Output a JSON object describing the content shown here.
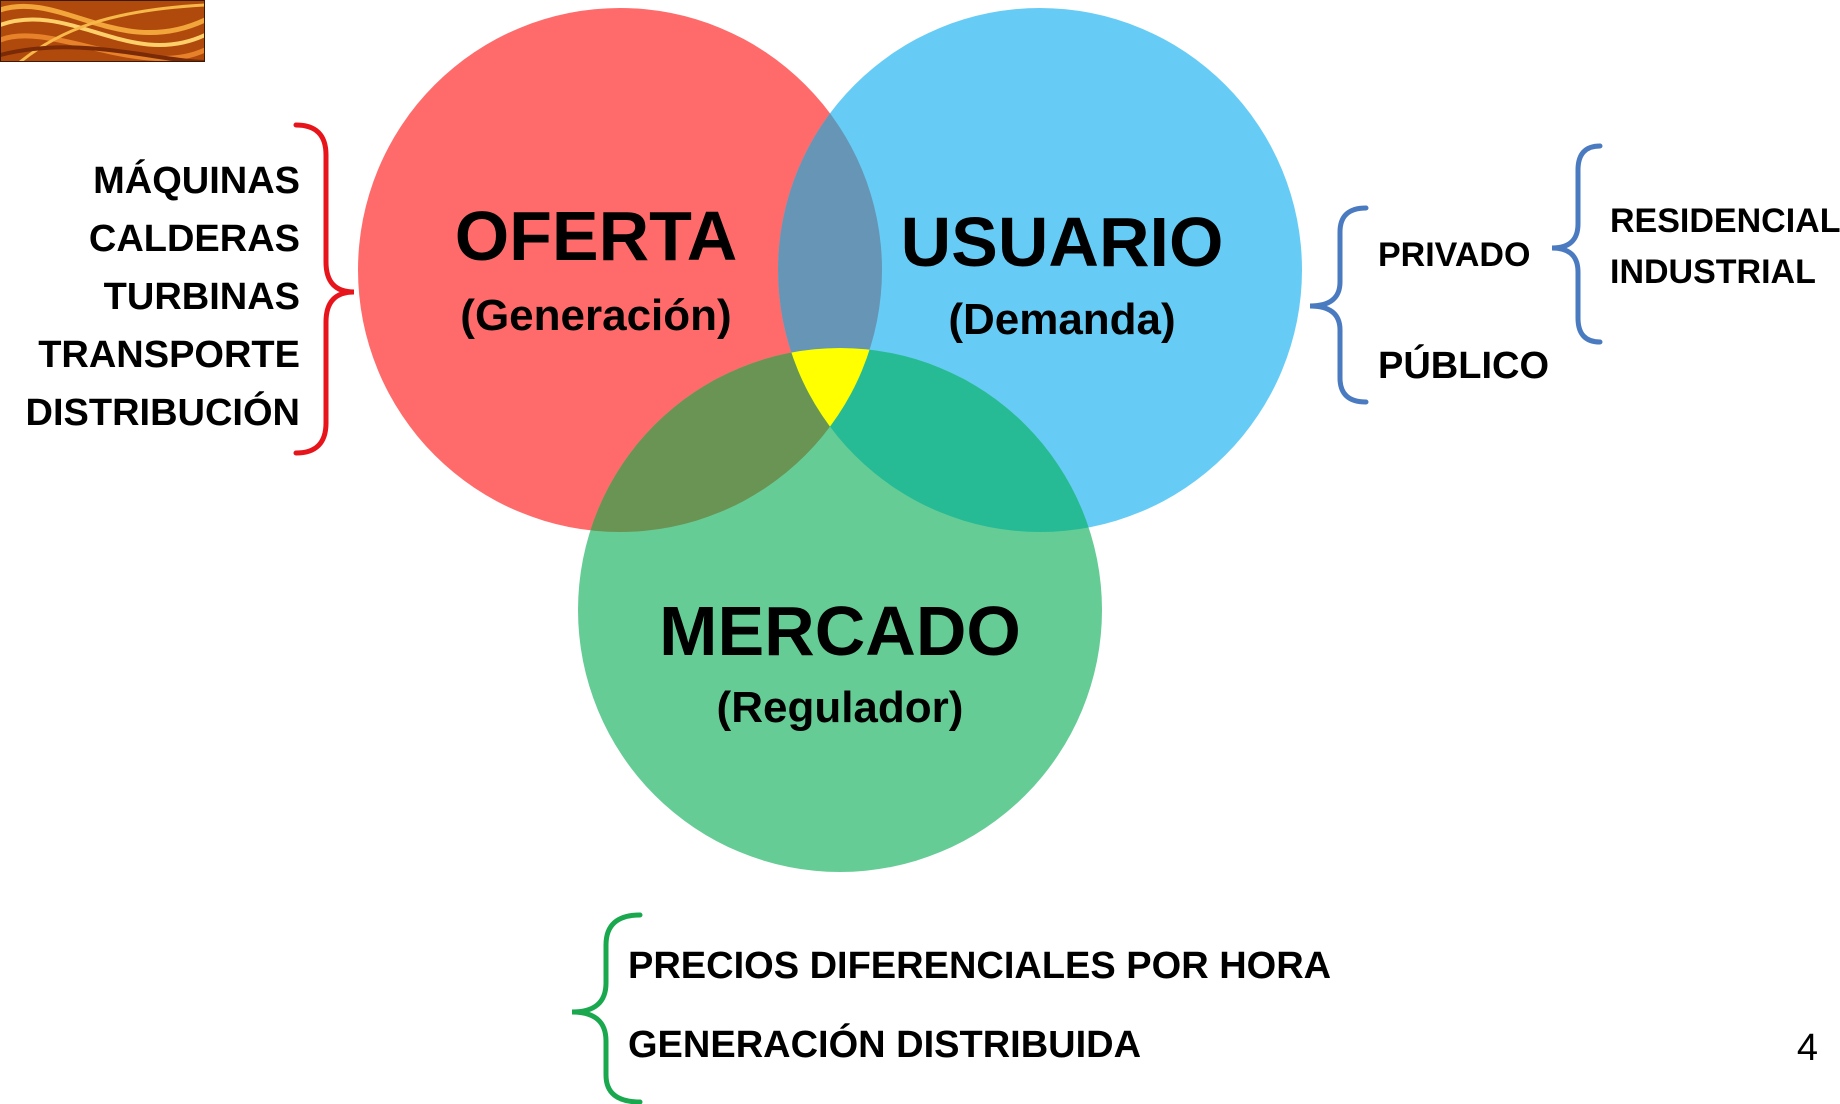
{
  "circles": {
    "oferta": {
      "title": "OFERTA",
      "subtitle": "(Generación)",
      "color": "#ff6b6b"
    },
    "usuario": {
      "title": "USUARIO",
      "subtitle": "(Demanda)",
      "color": "#66ccf5"
    },
    "mercado": {
      "title": "MERCADO",
      "subtitle": "(Regulador)",
      "color": "#66cc96"
    }
  },
  "overlaps": {
    "oferta_usuario": "#6795b5",
    "oferta_mercado": "#6a9454",
    "usuario_mercado": "#27bb95",
    "center": "#ffff00"
  },
  "oferta_list": {
    "brace_color": "#e8141b",
    "items": [
      "MÁQUINAS",
      "CALDERAS",
      "TURBINAS",
      "TRANSPORTE",
      "DISTRIBUCIÓN"
    ]
  },
  "usuario_list": {
    "brace_color": "#4a7abf",
    "privado": "PRIVADO",
    "publico": "PÚBLICO",
    "privado_items": [
      "RESIDENCIAL",
      "INDUSTRIAL"
    ]
  },
  "mercado_list": {
    "brace_color": "#1aa84e",
    "items": [
      "PRECIOS DIFERENCIALES POR HORA",
      "GENERACIÓN DISTRIBUIDA"
    ]
  },
  "page_number": "4",
  "decor": {
    "corner_image": "orange-swirl-thumbnail"
  }
}
